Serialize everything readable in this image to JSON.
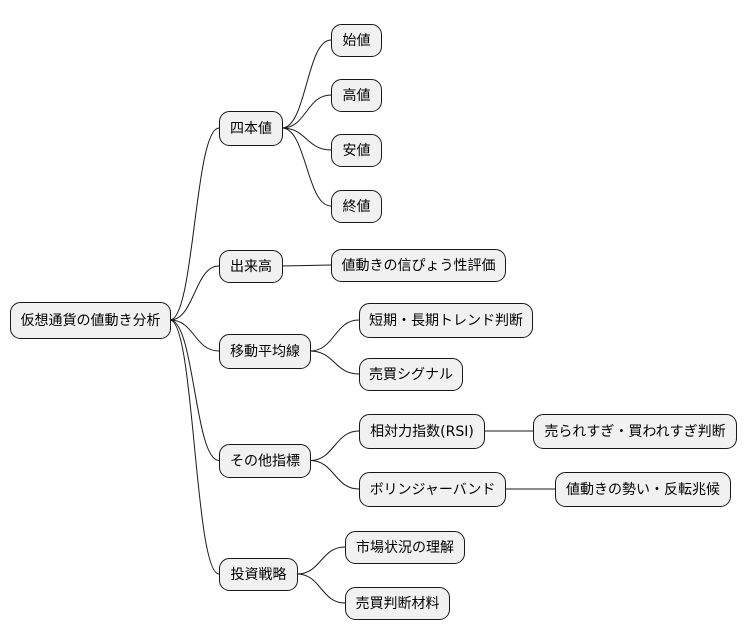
{
  "root": {
    "id": "root",
    "label": "仮想通貨の値動き分析"
  },
  "branches": [
    {
      "id": "shihonne",
      "label": "四本値",
      "children": [
        {
          "id": "hajimene",
          "label": "始値"
        },
        {
          "id": "takane",
          "label": "高値"
        },
        {
          "id": "yasune",
          "label": "安値"
        },
        {
          "id": "owarine",
          "label": "終値"
        }
      ]
    },
    {
      "id": "dekidaka",
      "label": "出来高",
      "children": [
        {
          "id": "shinpyosei",
          "label": "値動きの信ぴょう性評価"
        }
      ]
    },
    {
      "id": "idoheikin",
      "label": "移動平均線",
      "children": [
        {
          "id": "trend",
          "label": "短期・長期トレンド判断"
        },
        {
          "id": "baibai-signal",
          "label": "売買シグナル"
        }
      ]
    },
    {
      "id": "sonota",
      "label": "その他指標",
      "children": [
        {
          "id": "rsi",
          "label": "相対力指数(RSI)",
          "children": [
            {
              "id": "rsi-judge",
              "label": "売られすぎ・買われすぎ判断"
            }
          ]
        },
        {
          "id": "bollinger",
          "label": "ボリンジャーバンド",
          "children": [
            {
              "id": "bollinger-sign",
              "label": "値動きの勢い・反転兆候"
            }
          ]
        }
      ]
    },
    {
      "id": "toshi",
      "label": "投資戦略",
      "children": [
        {
          "id": "market-understanding",
          "label": "市場状況の理解"
        },
        {
          "id": "judge-material",
          "label": "売買判断材料"
        }
      ]
    }
  ]
}
